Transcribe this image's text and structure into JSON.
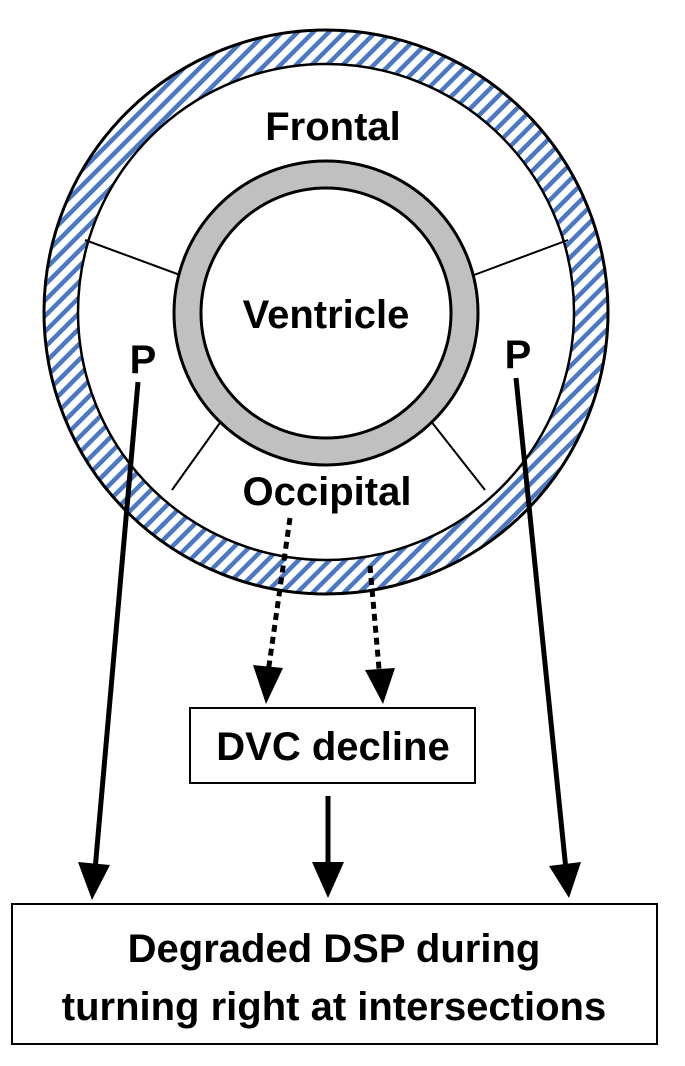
{
  "labels": {
    "frontal": "Frontal",
    "ventricle": "Ventricle",
    "occipital": "Occipital",
    "parietal_left": "P",
    "parietal_right": "P",
    "dvc_box": "DVC decline",
    "result_line1": "Degraded DSP during",
    "result_line2": "turning right at intersections"
  },
  "colors": {
    "outer_ring_stripe": "#4a78c2",
    "inner_ring_fill": "#c0c0c0",
    "stroke": "#000000",
    "background": "#ffffff"
  }
}
